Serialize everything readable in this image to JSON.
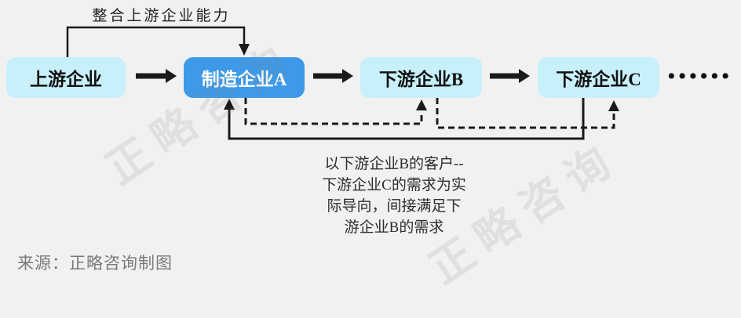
{
  "diagram": {
    "top_annotation": "整合上游企业能力",
    "boxes": [
      {
        "id": "upstream",
        "label": "上游企业",
        "style": "light"
      },
      {
        "id": "manufacturer-a",
        "label": "制造企业A",
        "style": "primary"
      },
      {
        "id": "downstream-b",
        "label": "下游企业B",
        "style": "light"
      },
      {
        "id": "downstream-c",
        "label": "下游企业C",
        "style": "light"
      }
    ],
    "ellipsis": "••••••",
    "note": {
      "lines": [
        "以下游企业B的客户--",
        "下游企业C的需求为实",
        "际导向，间接满足下",
        "游企业B的需求"
      ]
    },
    "connectors": [
      {
        "name": "integrate-upstream-arrow",
        "style": "solid",
        "from": "upstream-top",
        "to": "manufacturer-a-top"
      },
      {
        "name": "demand-c-to-a",
        "style": "solid",
        "from": "downstream-c-bottom",
        "to": "manufacturer-a-bottom"
      },
      {
        "name": "a-satisfies-b",
        "style": "dashed",
        "from": "manufacturer-a-bottom",
        "to": "downstream-b-bottom"
      },
      {
        "name": "b-satisfies-c",
        "style": "dashed",
        "from": "downstream-b-bottom",
        "to": "downstream-c-bottom"
      }
    ]
  },
  "watermark": {
    "text": "正略咨询"
  },
  "source": {
    "label": "来源：正略咨询制图"
  },
  "colors": {
    "background": "#f1f1f2",
    "box_light": "#c7f0fb",
    "box_primary": "#3e9ae9",
    "arrow": "#1a1a1a",
    "note_text": "#2d2d2d",
    "source_text": "#7a7a7a"
  }
}
